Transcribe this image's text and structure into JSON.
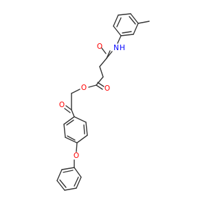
{
  "molecule": {
    "atoms": {
      "o_amide": "O",
      "n_amide": "N",
      "h_amide": "H",
      "o_ester_carbonyl": "O",
      "o_ester": "O",
      "o_ketone": "O",
      "o_ether": "O"
    },
    "colors": {
      "bond": "#333333",
      "oxygen": "#ff0000",
      "nitrogen": "#0000ff"
    }
  }
}
